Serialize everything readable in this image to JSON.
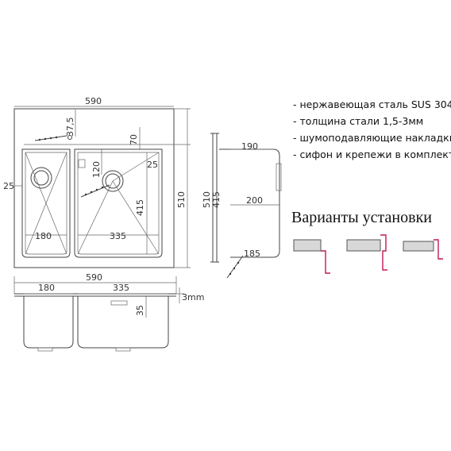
{
  "dimensions": {
    "top_width": "590",
    "drain_offset": "37,5",
    "right_bowl_radius": "70",
    "left_side": "25",
    "left_bowl_hole": "120",
    "right_corner": "25",
    "right_bowl_depth": "415",
    "total_depth": "510",
    "left_bowl_width": "180",
    "right_bowl_width": "335",
    "side_top": "190",
    "side_depth_510": "510",
    "side_depth_415": "415",
    "side_middle": "200",
    "side_bottom": "185",
    "front_left": "180",
    "front_width": "590",
    "front_right": "335",
    "front_depth": "35",
    "thickness": "3mm"
  },
  "features": [
    "- нержавеющая сталь SUS 304",
    "- толщина стали 1,5-3мм",
    "- шумоподавляющие накладки",
    "- сифон и крепежи в комплекте"
  ],
  "install": {
    "title": "Варианты установки"
  },
  "colors": {
    "line": "#444444",
    "accent": "#c2185b"
  }
}
